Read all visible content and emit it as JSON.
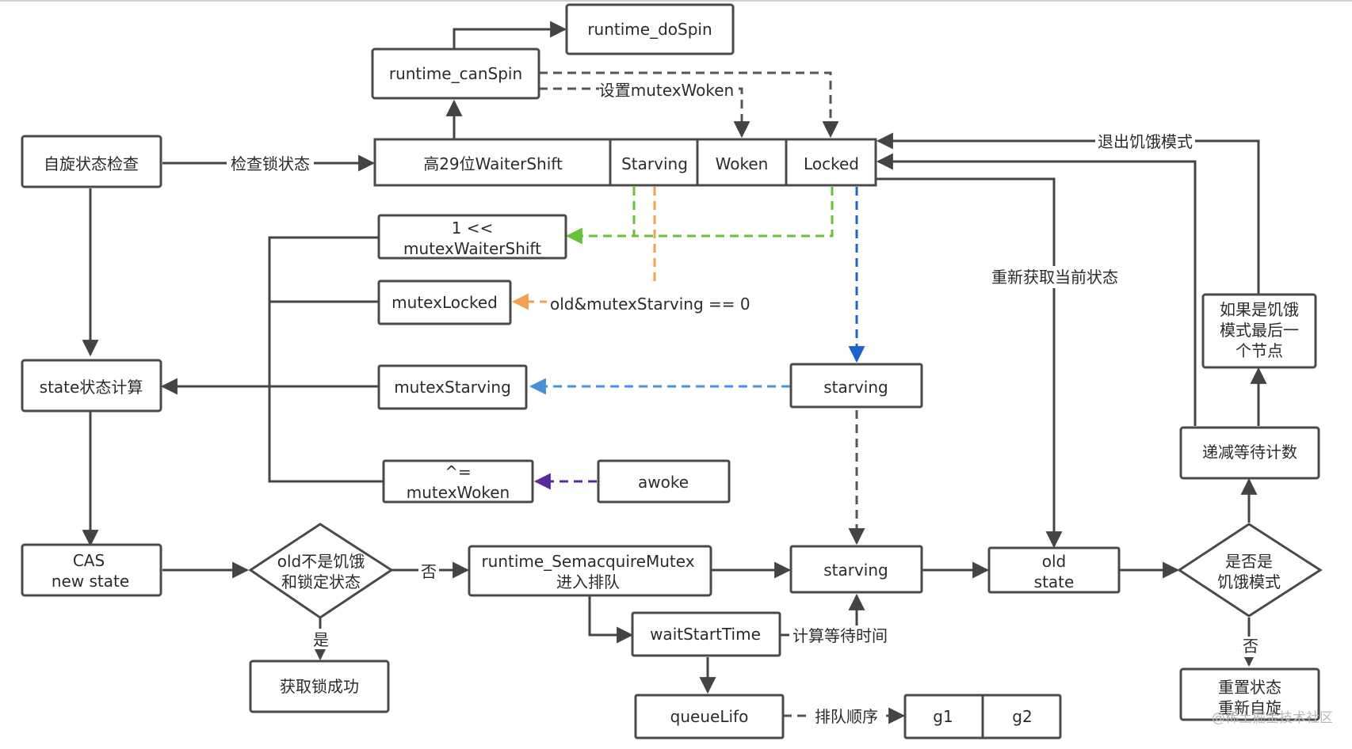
{
  "nodes": {
    "spin_check": "自旋状态检查",
    "do_spin": "runtime_doSpin",
    "can_spin": "runtime_canSpin",
    "waiter_shift": "高29位WaiterShift",
    "starving_field": "Starving",
    "woken_field": "Woken",
    "locked_field": "Locked",
    "waiter_shift_op": [
      "1 <<",
      "mutexWaiterShift"
    ],
    "mutex_locked": "mutexLocked",
    "mutex_starving": "mutexStarving",
    "starving_var": "starving",
    "xor_woken": [
      "^=",
      "mutexWoken"
    ],
    "awoke": "awoke",
    "state_calc": "state状态计算",
    "cas": [
      "CAS",
      "new state"
    ],
    "old_not_starving": [
      "old不是饥饿",
      "和锁定状态"
    ],
    "semacquire": [
      "runtime_SemacquireMutex",
      "进入排队"
    ],
    "starving_mid": "starving",
    "old_state": [
      "old",
      "state"
    ],
    "is_starving_mode": [
      "是否是",
      "饥饿模式"
    ],
    "get_lock_success": "获取锁成功",
    "wait_start_time": "waitStartTime",
    "queue_lifo": "queueLifo",
    "g1": "g1",
    "g2": "g2",
    "decrement_wait": "递减等待计数",
    "last_node": [
      "如果是饥饿",
      "模式最后一",
      "个节点"
    ],
    "reset_state": [
      "重置状态",
      "重新自旋"
    ]
  },
  "edge_labels": {
    "check_lock_state": "检查锁状态",
    "set_mutex_woken": "设置mutexWoken",
    "old_starving_zero": "old&mutexStarving == 0",
    "refetch_state": "重新获取当前状态",
    "exit_starving": "退出饥饿模式",
    "no_enqueue": "否",
    "yes_acquire": "是",
    "calc_wait_time": "计算等待时间",
    "queue_order": "排队顺序",
    "no_reset": "否"
  },
  "watermark": "@稀土掘金技术社区",
  "colors": {
    "green": "#66c23a",
    "orange": "#f0a050",
    "blue": "#1e64c8",
    "light_blue": "#4a90d9",
    "purple": "#5a2a9a",
    "gray_dash": "#555555",
    "box_stroke": "#4a4a4a"
  }
}
